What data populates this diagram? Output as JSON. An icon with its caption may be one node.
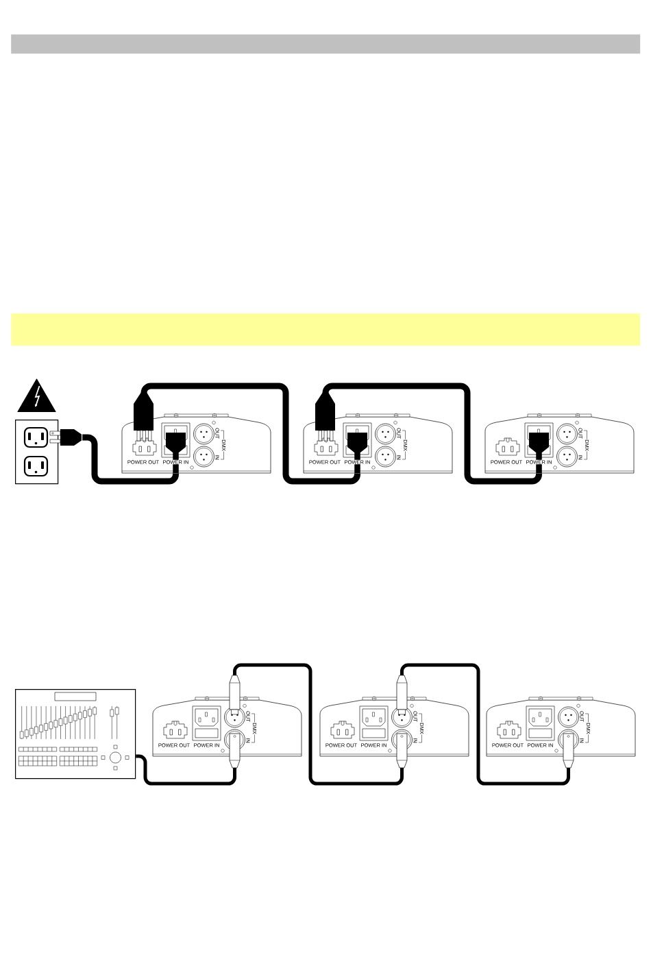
{
  "diagram": {
    "nodes": [
      {
        "text": [],
        "shape": "bar"
      },
      {
        "text": [],
        "shape": "bar"
      },
      {
        "text": [],
        "shape": "picture"
      },
      {
        "text": [
          "POWER OUT",
          "POWER IN",
          "OUT",
          "DMX",
          "IN"
        ]
      },
      {
        "text": [
          "POWER OUT",
          "POWER IN",
          "OUT",
          "DMX",
          "IN"
        ]
      },
      {
        "text": [
          "POWER OUT",
          "POWER IN",
          "OUT",
          "DMX",
          "IN"
        ]
      },
      {
        "text": [],
        "shape": "picture"
      },
      {
        "text": [
          "POWER OUT",
          "POWER IN",
          "OUT",
          "DMX",
          "IN"
        ]
      },
      {
        "text": [
          "POWER OUT",
          "POWER IN",
          "OUT",
          "DMX",
          "IN"
        ]
      },
      {
        "text": [
          "POWER OUT",
          "POWER IN",
          "OUT",
          "DMX",
          "IN"
        ]
      }
    ],
    "edges": [
      {
        "from": 2,
        "to": 3,
        "arrow": "none",
        "style": "thick"
      },
      {
        "from": 3,
        "to": 4,
        "arrow": "none",
        "style": "thick"
      },
      {
        "from": 4,
        "to": 5,
        "arrow": "none",
        "style": "thick"
      },
      {
        "from": 6,
        "to": 7,
        "arrow": "none"
      },
      {
        "from": 7,
        "to": 8,
        "arrow": "none"
      },
      {
        "from": 8,
        "to": 9,
        "arrow": "none"
      }
    ]
  }
}
